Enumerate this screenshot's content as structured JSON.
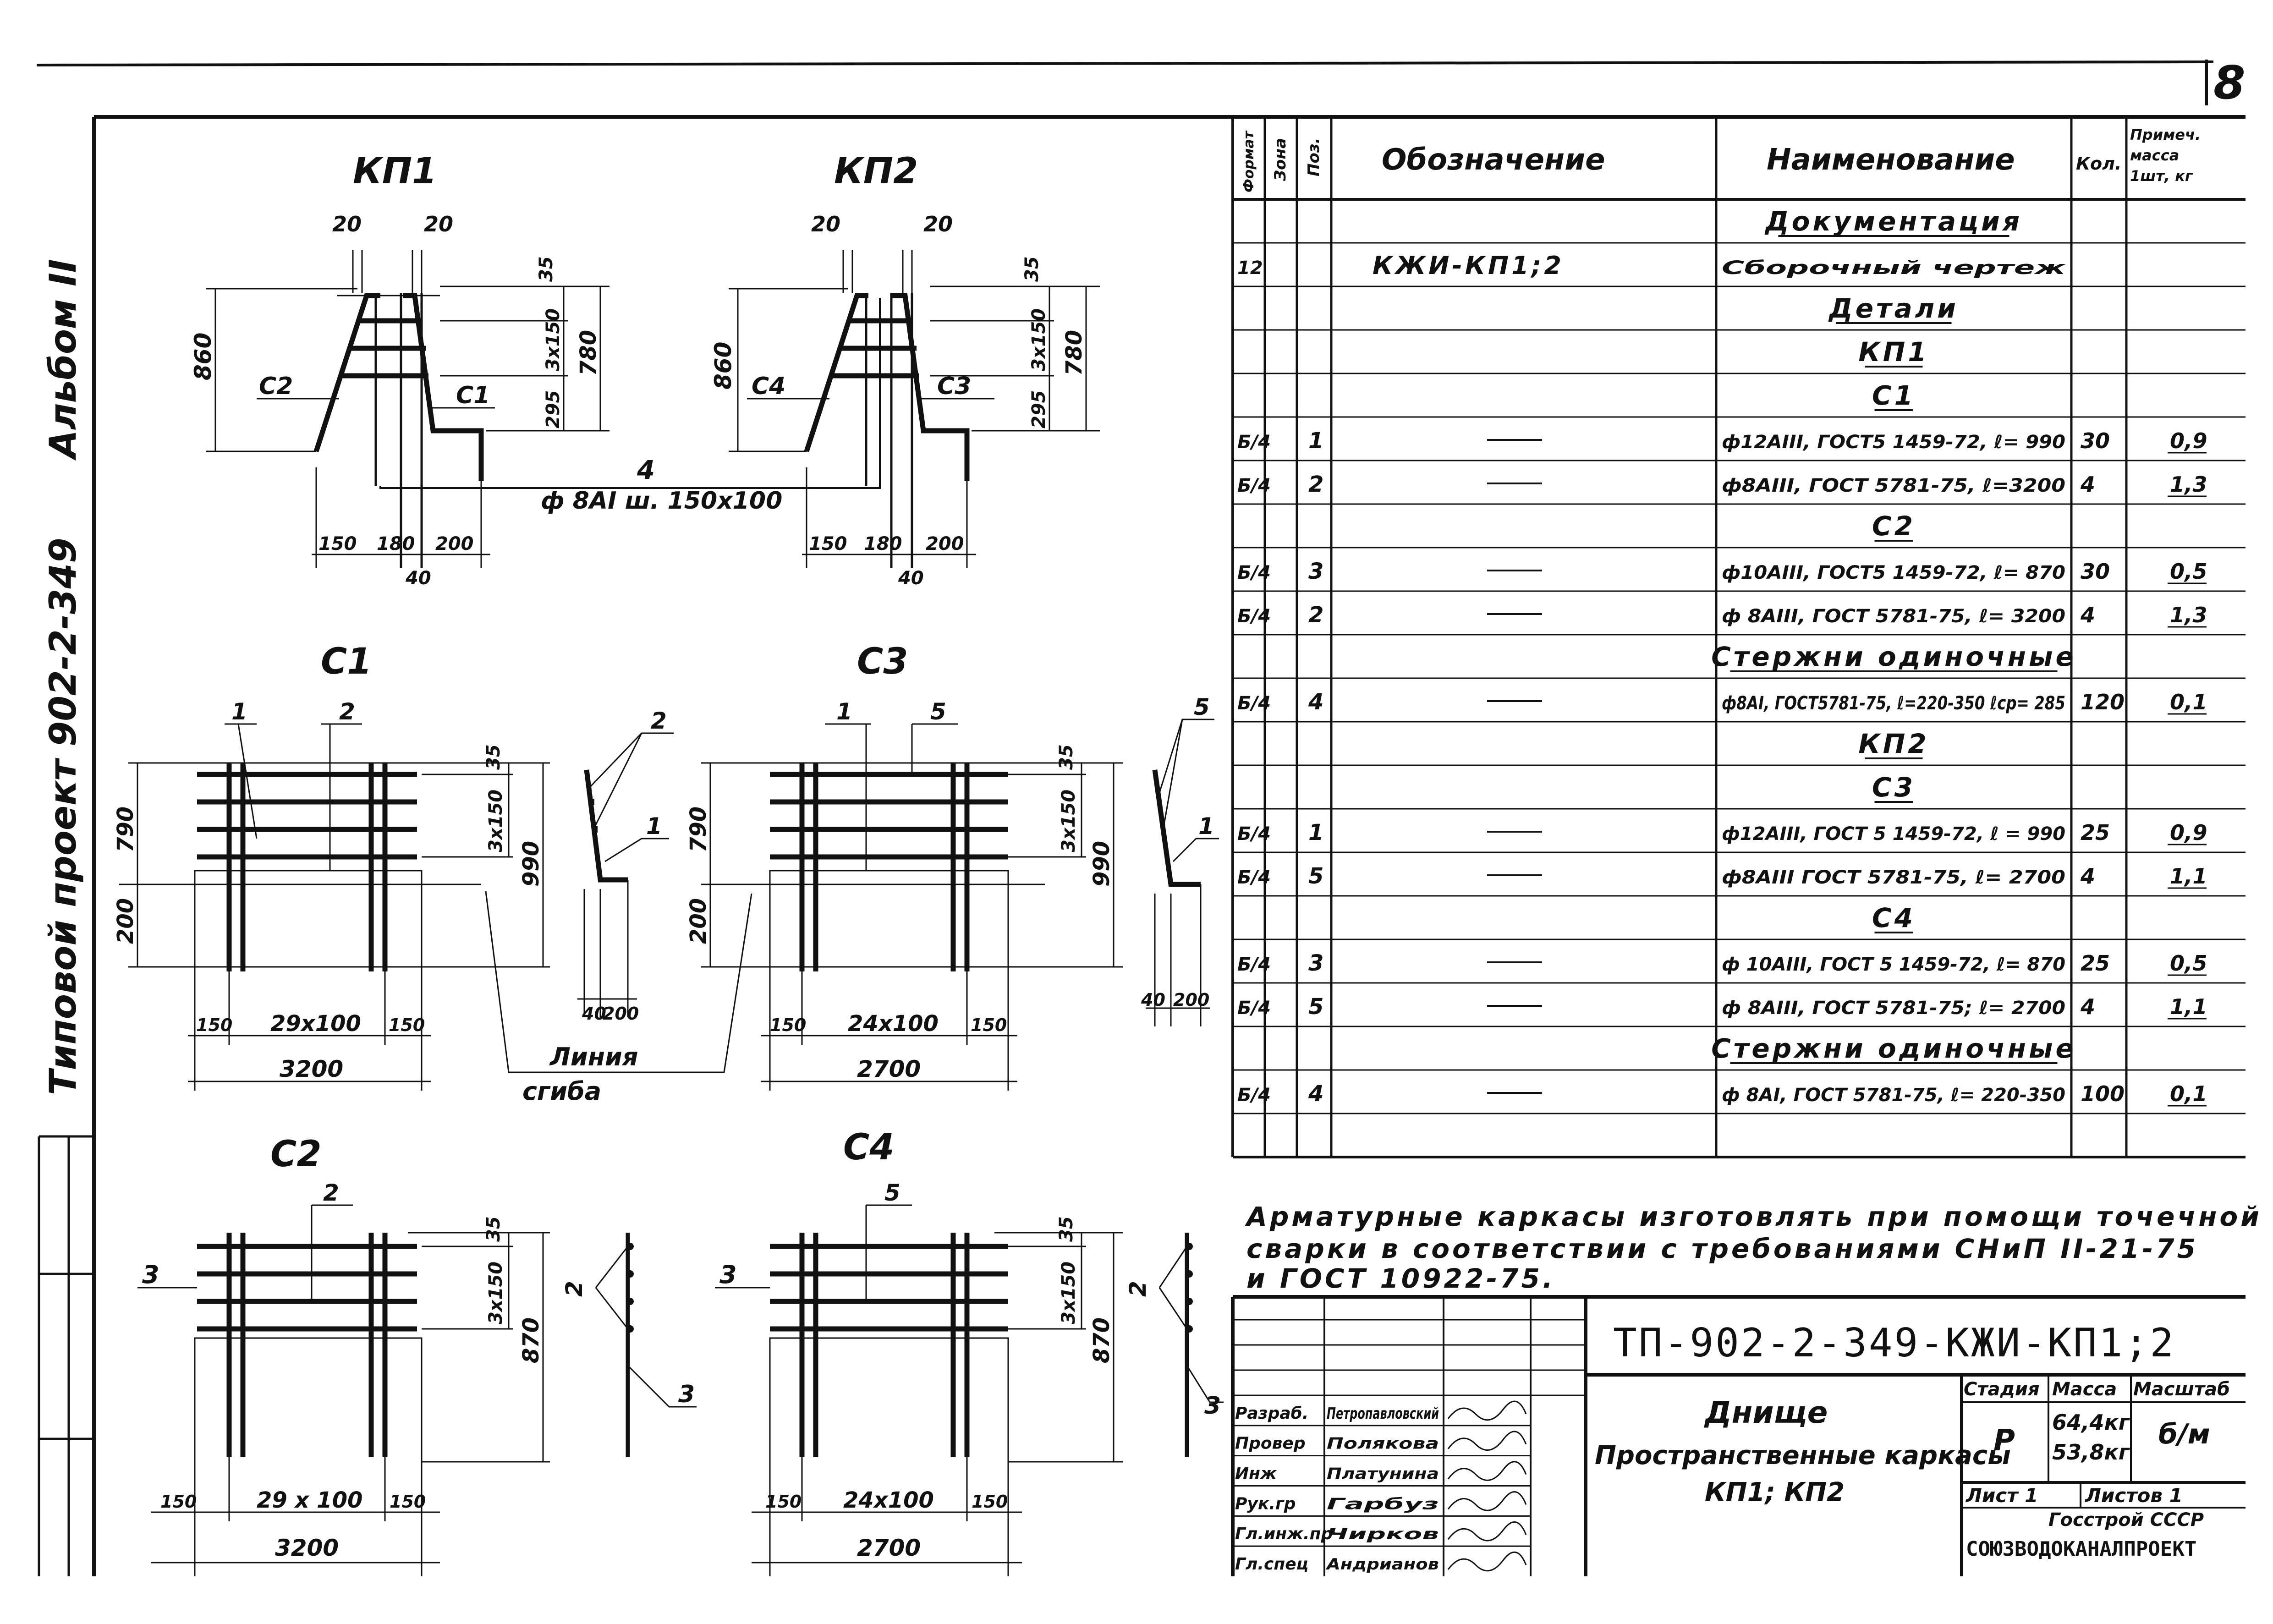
{
  "sheet": {
    "page_number": "8",
    "album_label": "Альбом II",
    "project_label": "Типовой проект 902-2-349"
  },
  "spec_table": {
    "headers": {
      "format": "Формат",
      "zone": "Зона",
      "pos": "Поз.",
      "designation": "Обозначение",
      "name": "Наименование",
      "qty": "Кол.",
      "note": "Примеч. масса 1шт, кг"
    },
    "rows": [
      {
        "format": "",
        "pos": "",
        "designation": "",
        "name": "Документация",
        "qty": "",
        "mass": "",
        "heading": true
      },
      {
        "format": "12",
        "pos": "",
        "designation": "КЖИ-КП1;2",
        "name": "Сборочный чертеж",
        "qty": "",
        "mass": "",
        "heading": false
      },
      {
        "format": "",
        "pos": "",
        "designation": "",
        "name": "Детали",
        "qty": "",
        "mass": "",
        "heading": true
      },
      {
        "format": "",
        "pos": "",
        "designation": "",
        "name": "КП1",
        "qty": "",
        "mass": "",
        "heading": true
      },
      {
        "format": "",
        "pos": "",
        "designation": "",
        "name": "С1",
        "qty": "",
        "mass": "",
        "heading": true
      },
      {
        "format": "Б/4",
        "pos": "1",
        "designation": "—",
        "name": "ф12АIII, ГОСТ5 1459-72, ℓ= 990",
        "qty": "30",
        "mass": "0,9",
        "heading": false
      },
      {
        "format": "Б/4",
        "pos": "2",
        "designation": "—",
        "name": "ф8АIII, ГОСТ 5781-75, ℓ=3200",
        "qty": "4",
        "mass": "1,3",
        "heading": false
      },
      {
        "format": "",
        "pos": "",
        "designation": "",
        "name": "С2",
        "qty": "",
        "mass": "",
        "heading": true
      },
      {
        "format": "Б/4",
        "pos": "3",
        "designation": "—",
        "name": "ф10АIII, ГОСТ5 1459-72, ℓ= 870",
        "qty": "30",
        "mass": "0,5",
        "heading": false
      },
      {
        "format": "Б/4",
        "pos": "2",
        "designation": "—",
        "name": "ф 8АIII, ГОСТ 5781-75, ℓ= 3200",
        "qty": "4",
        "mass": "1,3",
        "heading": false
      },
      {
        "format": "",
        "pos": "",
        "designation": "",
        "name": "Стержни одиночные",
        "qty": "",
        "mass": "",
        "heading": true
      },
      {
        "format": "Б/4",
        "pos": "4",
        "designation": "—",
        "name": "ф8АI, ГОСТ5781-75, ℓ=220-350 ℓср= 285",
        "qty": "120",
        "mass": "0,1",
        "heading": false
      },
      {
        "format": "",
        "pos": "",
        "designation": "",
        "name": "КП2",
        "qty": "",
        "mass": "",
        "heading": true
      },
      {
        "format": "",
        "pos": "",
        "designation": "",
        "name": "С3",
        "qty": "",
        "mass": "",
        "heading": true
      },
      {
        "format": "Б/4",
        "pos": "1",
        "designation": "—",
        "name": "ф12АIII, ГОСТ 5 1459-72, ℓ = 990",
        "qty": "25",
        "mass": "0,9",
        "heading": false
      },
      {
        "format": "Б/4",
        "pos": "5",
        "designation": "—",
        "name": "ф8АIII ГОСТ 5781-75, ℓ= 2700",
        "qty": "4",
        "mass": "1,1",
        "heading": false
      },
      {
        "format": "",
        "pos": "",
        "designation": "",
        "name": "С4",
        "qty": "",
        "mass": "",
        "heading": true
      },
      {
        "format": "Б/4",
        "pos": "3",
        "designation": "—",
        "name": "ф 10АIII, ГОСТ 5 1459-72, ℓ= 870",
        "qty": "25",
        "mass": "0,5",
        "heading": false
      },
      {
        "format": "Б/4",
        "pos": "5",
        "designation": "—",
        "name": "ф 8АIII, ГОСТ 5781-75; ℓ= 2700",
        "qty": "4",
        "mass": "1,1",
        "heading": false
      },
      {
        "format": "",
        "pos": "",
        "designation": "",
        "name": "Стержни одиночные",
        "qty": "",
        "mass": "",
        "heading": true
      },
      {
        "format": "Б/4",
        "pos": "4",
        "designation": "—",
        "name": "ф 8АI, ГОСТ 5781-75, ℓ= 220-350",
        "qty": "100",
        "mass": "0,1",
        "heading": false
      },
      {
        "format": "",
        "pos": "",
        "designation": "",
        "name": "",
        "qty": "",
        "mass": "",
        "heading": false
      }
    ]
  },
  "note": {
    "line1": "Арматурные каркасы изготовлять при помощи точечной",
    "line2": "сварки в соответствии с требованиями СНиП II-21-75",
    "line3": "и ГОСТ 10922-75."
  },
  "title_block": {
    "code": "ТП-902-2-349-КЖИ-КП1;2",
    "object": "Днище",
    "title_line1": "Пространственные каркасы",
    "title_line2": "КП1; КП2",
    "stage_label": "Стадия",
    "mass_label": "Масса",
    "scale_label": "Масштаб",
    "stage": "Р",
    "mass1": "64,4кг",
    "mass2": "53,8кг",
    "scale": "б/м",
    "sheet_label": "Лист 1",
    "sheets_label": "Листов 1",
    "org1": "Госстрой СССР",
    "org2": "СОЮЗВОДОКАНАЛПРОЕКТ",
    "people": [
      {
        "role": "Разраб.",
        "name": "Петропавловский"
      },
      {
        "role": "Провер",
        "name": "Полякова"
      },
      {
        "role": "Инж",
        "name": "Платунина"
      },
      {
        "role": "Рук.гр",
        "name": "Гарбуз"
      },
      {
        "role": "Гл.инж.пр",
        "name": "Чирков"
      },
      {
        "role": "Гл.спец",
        "name": "Андрианов"
      }
    ]
  },
  "drawings": {
    "kp1": {
      "title": "КП1",
      "d20a": "20",
      "d20b": "20",
      "d35": "35",
      "d860": "860",
      "d3x150": "3х150",
      "d780": "780",
      "d295": "295",
      "c1": "С1",
      "c2": "С2",
      "d150": "150",
      "d180": "180",
      "d200": "200",
      "d40": "40"
    },
    "kp2": {
      "title": "КП2",
      "d20a": "20",
      "d20b": "20",
      "d35": "35",
      "d860": "860",
      "d3x150": "3х150",
      "d780": "780",
      "d295": "295",
      "c3": "С3",
      "c4": "С4",
      "d150": "150",
      "d180": "180",
      "d200": "200",
      "d40": "40"
    },
    "bar4": {
      "pos": "4",
      "text": "ф 8АI ш. 150х100"
    },
    "c1": {
      "title": "С1",
      "p1": "1",
      "p2": "2",
      "d790": "790",
      "d200": "200",
      "d35": "35",
      "d3x150": "3х150",
      "d990": "990",
      "d150a": "150",
      "mid": "29х100",
      "d150b": "150",
      "total": "3200"
    },
    "c1side": {
      "p2": "2",
      "p1": "1",
      "d40": "40",
      "d200": "200"
    },
    "bend": {
      "line1": "Линия",
      "line2": "сгиба"
    },
    "c3": {
      "title": "С3",
      "p1": "1",
      "p5": "5",
      "d790": "790",
      "d200": "200",
      "d35": "35",
      "d3x150": "3х150",
      "d990": "990",
      "d150a": "150",
      "mid": "24х100",
      "d150b": "150",
      "total": "2700"
    },
    "c3side": {
      "p5": "5",
      "p1": "1",
      "d40": "40",
      "d200": "200"
    },
    "c2": {
      "title": "С2",
      "p2": "2",
      "p3": "3",
      "d35": "35",
      "d3x150": "3х150",
      "d870": "870",
      "d150a": "150",
      "mid": "29 х 100",
      "d150b": "150",
      "total": "3200"
    },
    "c2side": {
      "p2": "2",
      "p3": "3"
    },
    "c4": {
      "title": "С4",
      "p5": "5",
      "p3": "3",
      "d35": "35",
      "d3x150": "3х150",
      "d870": "870",
      "d150a": "150",
      "mid": "24х100",
      "d150b": "150",
      "total": "2700"
    },
    "c4side": {
      "p2": "2",
      "p3": "3"
    }
  }
}
